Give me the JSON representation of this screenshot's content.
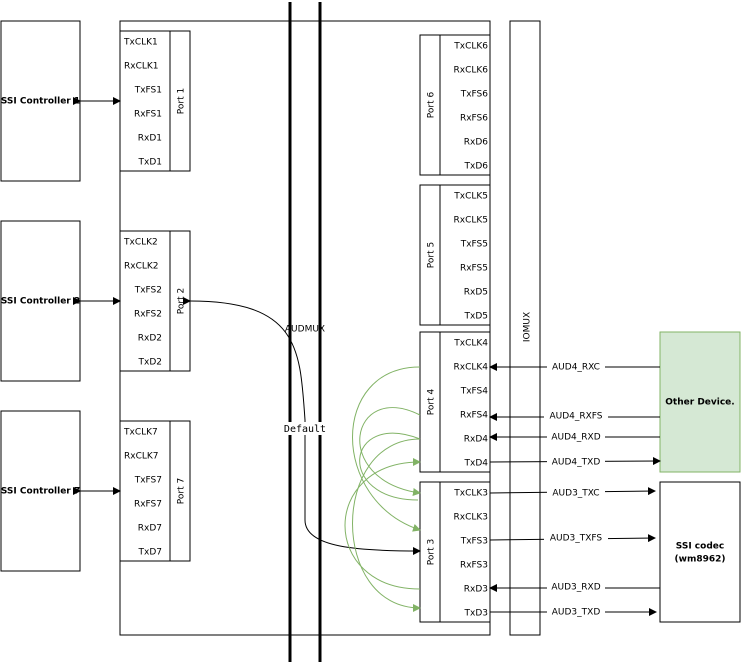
{
  "controllers": {
    "c1": "SSI Controller 1",
    "c2": "SSI Controller 2",
    "c7": "SSI Controller 7"
  },
  "audmux": {
    "label": "AUDMUX",
    "default_label": "Default"
  },
  "iomux": {
    "label": "IOMUX"
  },
  "ports": {
    "p1": {
      "label": "Port 1",
      "signals": [
        "TxCLK1",
        "RxCLK1",
        "TxFS1",
        "RxFS1",
        "RxD1",
        "TxD1"
      ]
    },
    "p2": {
      "label": "Port 2",
      "signals": [
        "TxCLK2",
        "RxCLK2",
        "TxFS2",
        "RxFS2",
        "RxD2",
        "TxD2"
      ]
    },
    "p7": {
      "label": "Port 7",
      "signals": [
        "TxCLK7",
        "RxCLK7",
        "TxFS7",
        "RxFS7",
        "RxD7",
        "TxD7"
      ]
    },
    "p6": {
      "label": "Port 6",
      "signals": [
        "TxCLK6",
        "RxCLK6",
        "TxFS6",
        "RxFS6",
        "RxD6",
        "TxD6"
      ]
    },
    "p5": {
      "label": "Port 5",
      "signals": [
        "TxCLK5",
        "RxCLK5",
        "TxFS5",
        "RxFS5",
        "RxD5",
        "TxD5"
      ]
    },
    "p4": {
      "label": "Port 4",
      "signals": [
        "TxCLK4",
        "RxCLK4",
        "TxFS4",
        "RxFS4",
        "RxD4",
        "TxD4"
      ]
    },
    "p3": {
      "label": "Port 3",
      "signals": [
        "TxCLK3",
        "RxCLK3",
        "TxFS3",
        "RxFS3",
        "RxD3",
        "TxD3"
      ]
    }
  },
  "wires": {
    "aud4_rxc": "AUD4_RXC",
    "aud4_rxfs": "AUD4_RXFS",
    "aud4_rxd": "AUD4_RXD",
    "aud4_txd": "AUD4_TXD",
    "aud3_txc": "AUD3_TXC",
    "aud3_txfs": "AUD3_TXFS",
    "aud3_rxd": "AUD3_RXD",
    "aud3_txd": "AUD3_TXD"
  },
  "devices": {
    "other": "Other Device.",
    "codec_line1": "SSI codec",
    "codec_line2": "(wm8962)"
  },
  "colors": {
    "link_green": "#82b366",
    "device_fill": "#d5e8d4"
  }
}
